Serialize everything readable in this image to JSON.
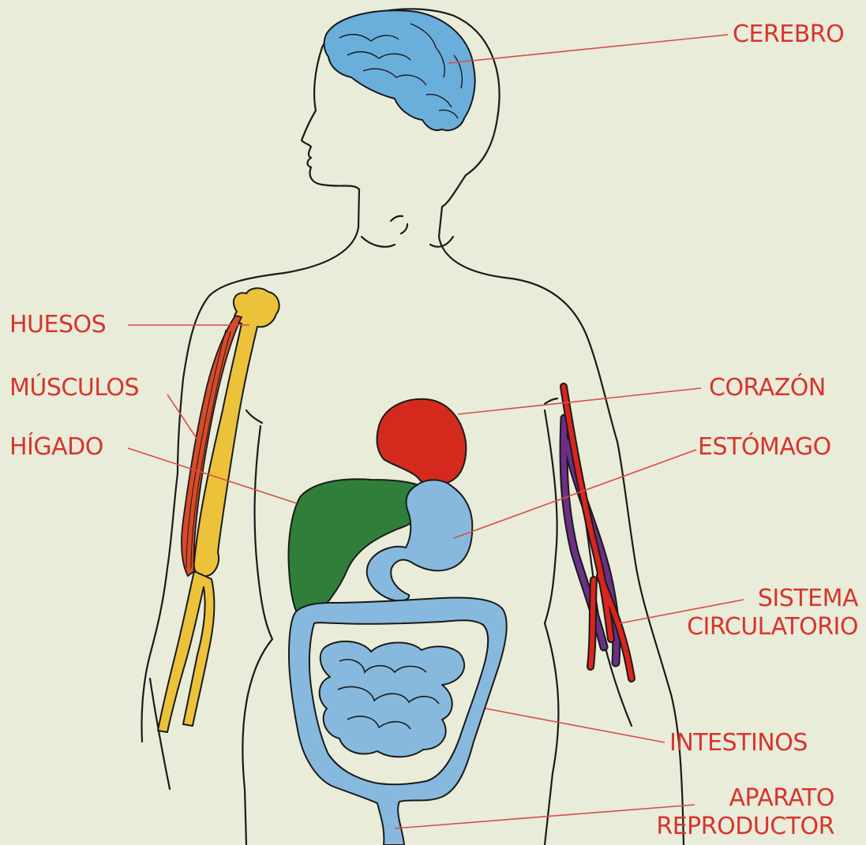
{
  "colors": {
    "background": "#e9ecd8",
    "label": "#d6352e",
    "leader_line": "#d94b4b",
    "outline": "#1a1a1a",
    "brain": "#6aaedc",
    "digestive": "#86b9dd",
    "heart": "#d32a1d",
    "liver": "#2f7f3a",
    "bones": "#ecc23a",
    "muscles": "#d84a28",
    "artery": "#d9251d",
    "vein": "#6c2f86"
  },
  "labels": {
    "cerebro": "CEREBRO",
    "huesos": "HUESOS",
    "musculos": "MÚSCULOS",
    "higado": "HÍGADO",
    "corazon": "CORAZÓN",
    "estomago": "ESTÓMAGO",
    "sistema_circulatorio_1": "SISTEMA",
    "sistema_circulatorio_2": "CIRCULATORIO",
    "intestinos": "INTESTINOS",
    "aparato_reproductor_1": "APARATO",
    "aparato_reproductor_2": "REPRODUCTOR"
  }
}
